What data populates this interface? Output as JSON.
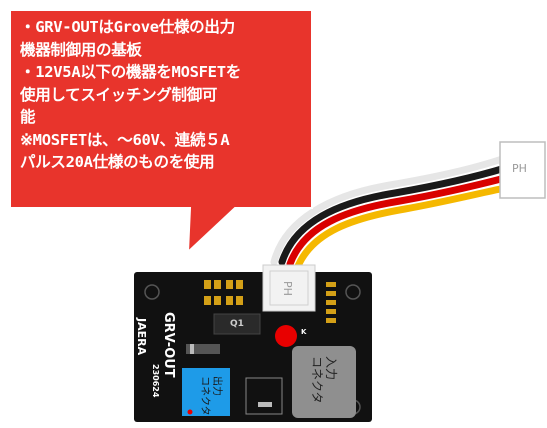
{
  "callout": {
    "lines": [
      "・GRV-OUTはGrove仕様の出力",
      "機器制御用の基板",
      "・12V5A以下の機器をMOSFETを",
      "使用してスイッチング制御可",
      "能",
      "※MOSFETは、～60V、連続５A",
      "パルス20A仕様のものを使用"
    ],
    "fill_color": "#e8342c"
  },
  "connector_right": {
    "label": "PH"
  },
  "board": {
    "connector_label": "PH",
    "brand_text": "JAERA",
    "model_text": "GRV-OUT",
    "date_text": "230624",
    "input_connector_label": "入力\nコネクタ",
    "output_connector_label": "出力\nコネクタ",
    "marker_text": "K",
    "chip_text": "Q1"
  },
  "colors": {
    "board": "#111111",
    "wire_yellow": "#f5b800",
    "wire_red": "#d90000",
    "wire_black": "#1a1a1a",
    "wire_white": "#e6e6e6",
    "led": "#e80000",
    "output_connector": "#1e9be8",
    "input_connector": "#8f8f8f",
    "pads": "#d4a017"
  }
}
